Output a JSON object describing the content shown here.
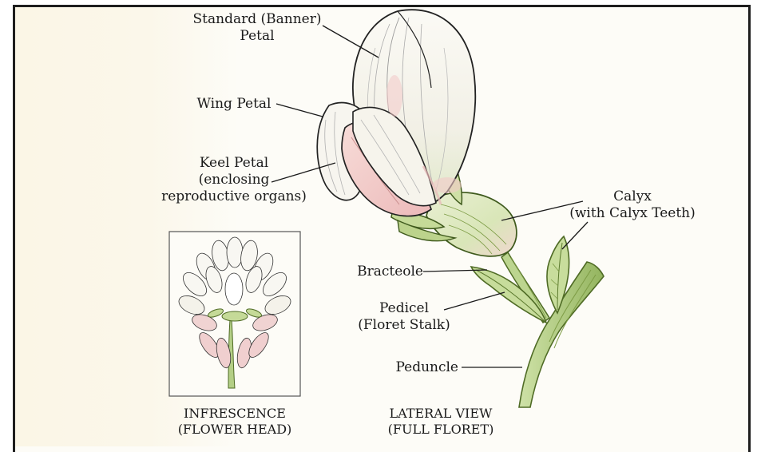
{
  "labels": {
    "standard_line1": "Standard (Banner)",
    "standard_line2": "Petal",
    "wing": "Wing Petal",
    "keel_line1": "Keel Petal",
    "keel_line2": "(enclosing",
    "keel_line3": "reproductive organs)",
    "calyx_line1": "Calyx",
    "calyx_line2": "(with Calyx Teeth)",
    "bracteole": "Bracteole",
    "pedicel_line1": "Pedicel",
    "pedicel_line2": "(Floret Stalk)",
    "peduncle": "Peduncle"
  },
  "captions": {
    "inset_line1": "INFRESCENCE",
    "inset_line2": "(FLOWER HEAD)",
    "main_line1": "LATERAL VIEW",
    "main_line2": "(FULL FLORET)"
  },
  "colors": {
    "frame": "#1e1e1e",
    "petal": "#f6f3ec",
    "petal_pink": "#f2c9c8",
    "stem_green": "#b9d48f",
    "stem_dark": "#5c7a2e",
    "ink": "#222222"
  }
}
